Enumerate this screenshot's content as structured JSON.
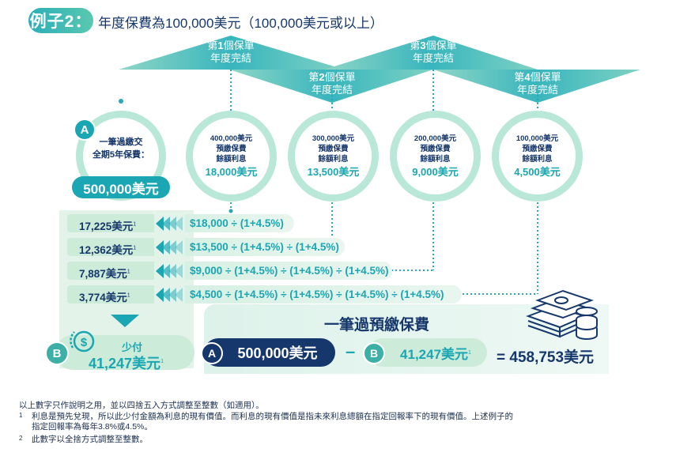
{
  "header": {
    "example_label": "例子2：",
    "description": "年度保費為100,000美元（100,000美元或以上）"
  },
  "policy_years": [
    {
      "num": "1",
      "line1_pre": "第",
      "line1_post": "個保單",
      "line2": "年度完結"
    },
    {
      "num": "2",
      "line1_pre": "第",
      "line1_post": "個保單",
      "line2": "年度完結"
    },
    {
      "num": "3",
      "line1_pre": "第",
      "line1_post": "個保單",
      "line2": "年度完結"
    },
    {
      "num": "4",
      "line1_pre": "第",
      "line1_post": "個保單",
      "line2": "年度完結"
    }
  ],
  "lump_sum": {
    "badge": "A",
    "line1": "一筆過繳交",
    "line2": "全期5年保費：",
    "amount": "500,000美元"
  },
  "circles": [
    {
      "balance": "400,000美元",
      "line2": "預繳保費",
      "line3": "餘額利息",
      "interest": "18,000美元"
    },
    {
      "balance": "300,000美元",
      "line2": "預繳保費",
      "line3": "餘額利息",
      "interest": "13,500美元"
    },
    {
      "balance": "200,000美元",
      "line2": "預繳保費",
      "line3": "餘額利息",
      "interest": "9,000美元"
    },
    {
      "balance": "100,000美元",
      "line2": "預繳保費",
      "line3": "餘額利息",
      "interest": "4,500美元"
    }
  ],
  "rows": [
    {
      "amount": "17,225美元",
      "sup": "1",
      "formula": "$18,000 ÷ (1+4.5%)"
    },
    {
      "amount": "12,362美元",
      "sup": "1",
      "formula": "$13,500 ÷ (1+4.5%) ÷ (1+4.5%)"
    },
    {
      "amount": "7,887美元",
      "sup": "1",
      "formula": "$9,000 ÷ (1+4.5%) ÷ (1+4.5%) ÷ (1+4.5%)"
    },
    {
      "amount": "3,774美元",
      "sup": "1",
      "formula": "$4,500 ÷ (1+4.5%) ÷ (1+4.5%) ÷ (1+4.5%) ÷ (1+4.5%)"
    }
  ],
  "discount": {
    "badge": "B",
    "label": "少付",
    "amount": "41,247美元",
    "sup": "1"
  },
  "equation": {
    "title": "一筆過預繳保費",
    "a_badge": "A",
    "a_amount": "500,000美元",
    "minus": "–",
    "b_badge": "B",
    "b_amount": "41,247美元",
    "b_sup": "1",
    "result": "= 458,753美元"
  },
  "footnotes": {
    "main": "以上數字只作說明之用，並以四捨五入方式調整至整數（如適用）。",
    "n1_mark": "1",
    "n1_line1": "利息是預先兌現，所以此少付金額為利息的現有價值。而利息的現有價值是指未來利息總額在指定回報率下的現有價值。上述例子的",
    "n1_line2": "指定回報率為每年3.8%或4.5%。",
    "n2_mark": "2",
    "n2_text": "此數字以全捨方式調整至整數。"
  },
  "colors": {
    "navy": "#16376b",
    "teal": "#1aa6b2",
    "mint": "#b9e7d8",
    "light_green": "#cdebd9"
  }
}
